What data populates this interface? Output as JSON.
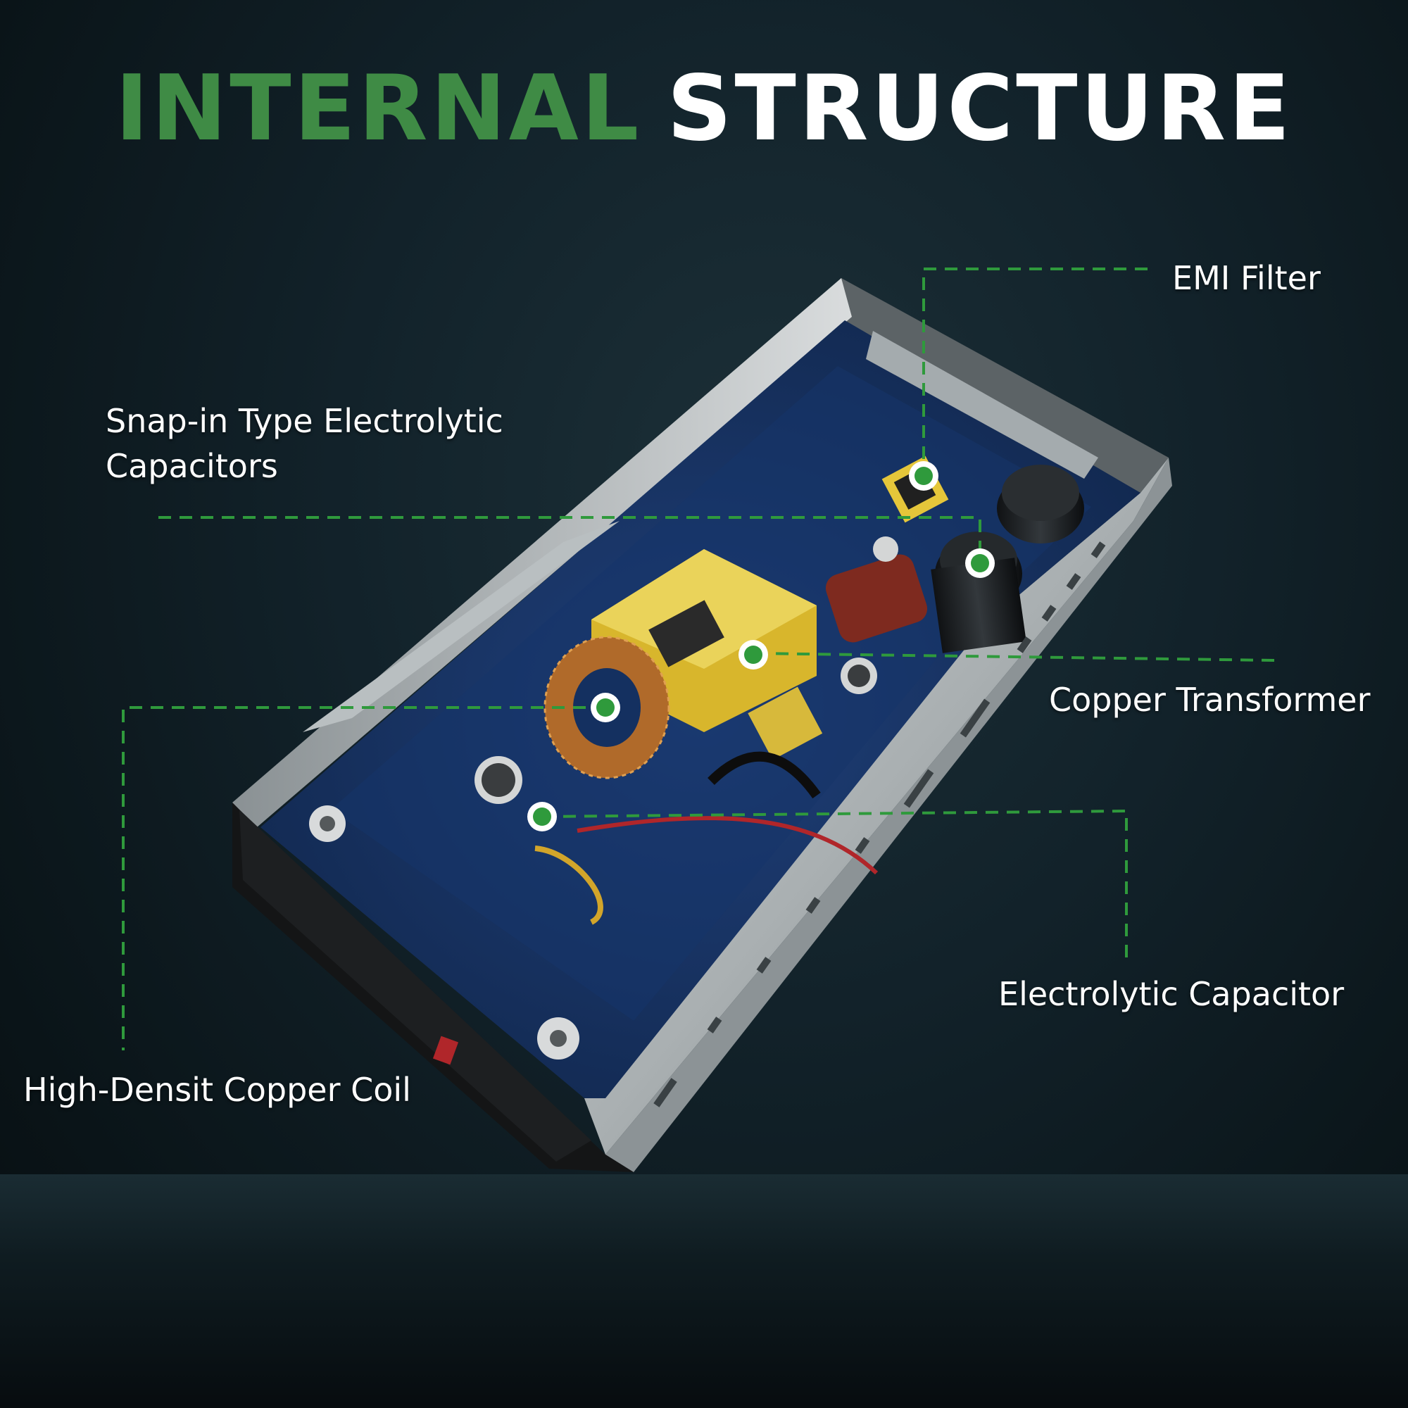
{
  "title": {
    "part1": "INTERNAL",
    "part2": "STRUCTURE"
  },
  "colors": {
    "accent_green": "#3f8b45",
    "dashed_line": "#2f9a3c",
    "text": "#ffffff"
  },
  "callouts": {
    "emi_filter": "EMI Filter",
    "snap_in_line1": "Snap-in Type Electrolytic",
    "snap_in_line2": "Capacitors",
    "copper_transformer": "Copper Transformer",
    "electrolytic_capacitor": "Electrolytic Capacitor",
    "copper_coil": "High-Densit Copper Coil"
  }
}
